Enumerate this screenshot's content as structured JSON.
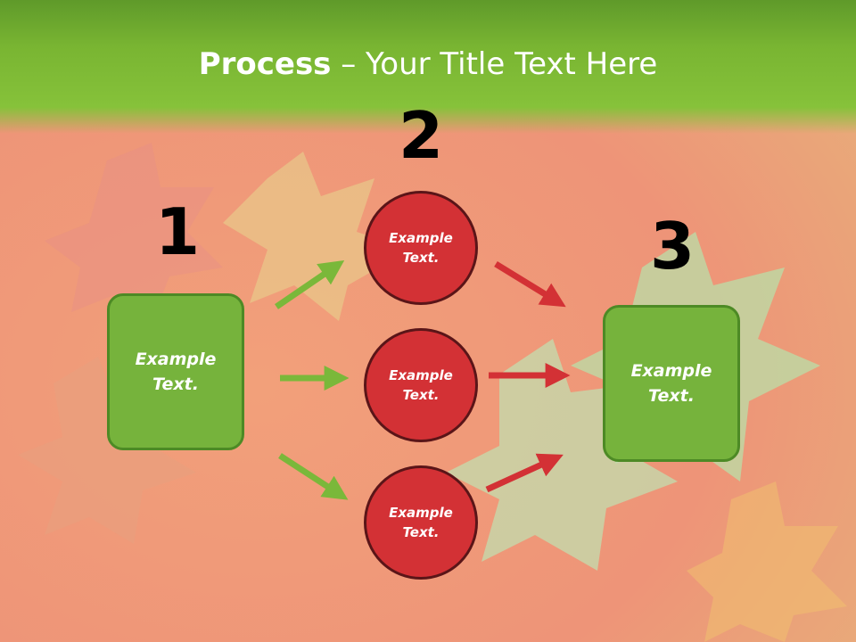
{
  "title": {
    "bold": "Process",
    "rest": " – Your Title Text Here"
  },
  "steps": [
    {
      "number": "1",
      "label": "Example Text."
    },
    {
      "number": "2",
      "labels": [
        "Example Text.",
        "Example Text.",
        "Example Text."
      ]
    },
    {
      "number": "3",
      "label": "Example Text."
    }
  ],
  "colors": {
    "header": "#79b532",
    "box": "#76b33c",
    "circle": "#d33135",
    "arrow_in": "#7ab83a",
    "arrow_out": "#d33135"
  }
}
